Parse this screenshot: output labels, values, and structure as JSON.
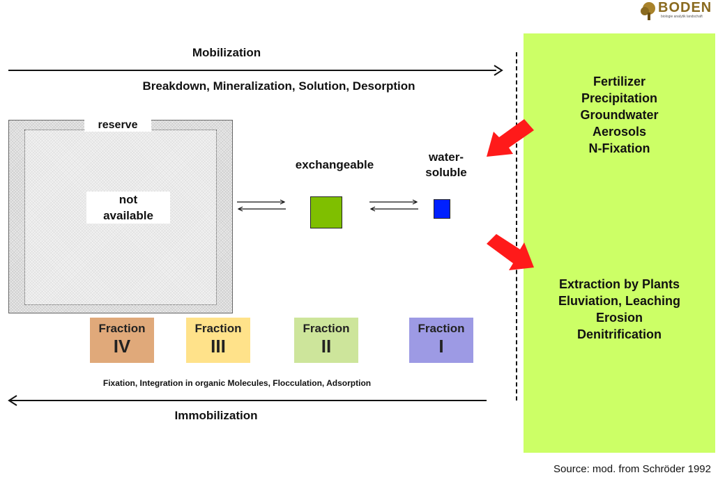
{
  "logo": {
    "name": "BODEN",
    "tagline": "biologie analytik landschaft"
  },
  "mobilization": {
    "title": "Mobilization",
    "subtitle": "Breakdown, Mineralization, Solution, Desorption"
  },
  "immobilization": {
    "title": "Immobilization",
    "subtitle": "Fixation, Integration in organic Molecules, Flocculation, Adsorption"
  },
  "reserve": {
    "label": "reserve",
    "inner_line1": "not",
    "inner_line2": "available"
  },
  "exchangeable": {
    "label": "exchangeable",
    "color": "#7fbf00"
  },
  "water_soluble": {
    "line1": "water-",
    "line2": "soluble",
    "color": "#0020ff"
  },
  "fractions": [
    {
      "word": "Fraction",
      "numeral": "IV",
      "color": "#e0a97a"
    },
    {
      "word": "Fraction",
      "numeral": "III",
      "color": "#ffe28a"
    },
    {
      "word": "Fraction",
      "numeral": "II",
      "color": "#cde59b"
    },
    {
      "word": "Fraction",
      "numeral": "I",
      "color": "#9d9ae4"
    }
  ],
  "inputs": [
    "Fertilizer",
    "Precipitation",
    "Groundwater",
    "Aerosols",
    "N-Fixation"
  ],
  "outputs": [
    "Extraction by Plants",
    "Eluviation, Leaching",
    "Erosion",
    "Denitrification"
  ],
  "panel_color": "#ccff66",
  "arrow_color": "#ff1a1a",
  "source": "Source: mod. from Schröder 1992"
}
